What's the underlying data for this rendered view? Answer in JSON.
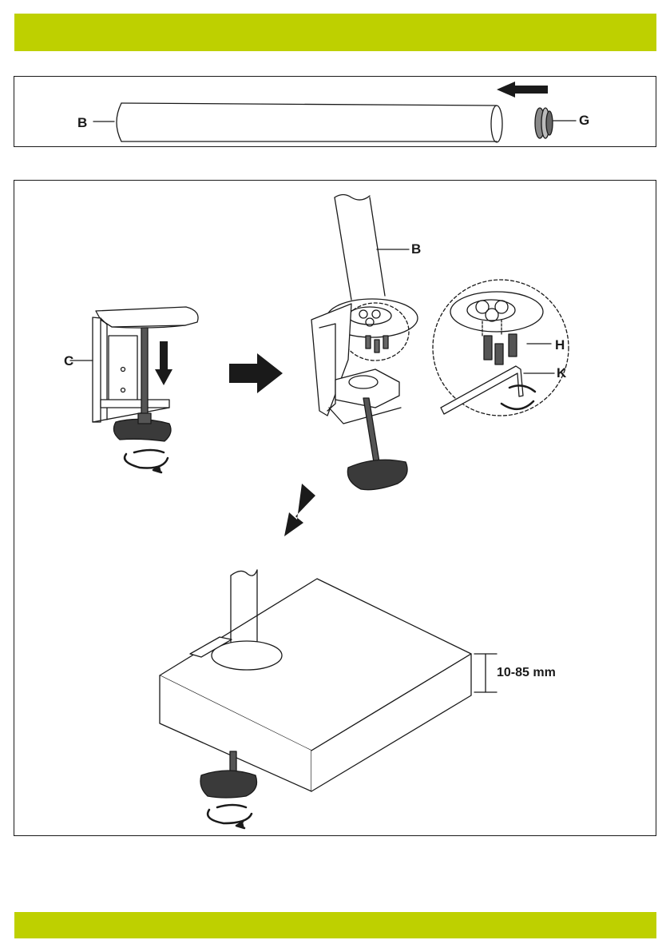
{
  "colors": {
    "band": "#bed000",
    "ink": "#1a1a1a",
    "knob": "#3a3a3a"
  },
  "step1": {
    "label_pole": "B",
    "label_cap": "G"
  },
  "step2": {
    "label_clamp": "C",
    "label_pole": "B",
    "label_screws": "H",
    "label_key": "K",
    "thickness": "10-85 mm"
  },
  "icons": [
    "arrow-left-icon",
    "arrow-down-icon",
    "arrow-right-icon",
    "arrow-down-left-icon",
    "rotate-icon"
  ]
}
